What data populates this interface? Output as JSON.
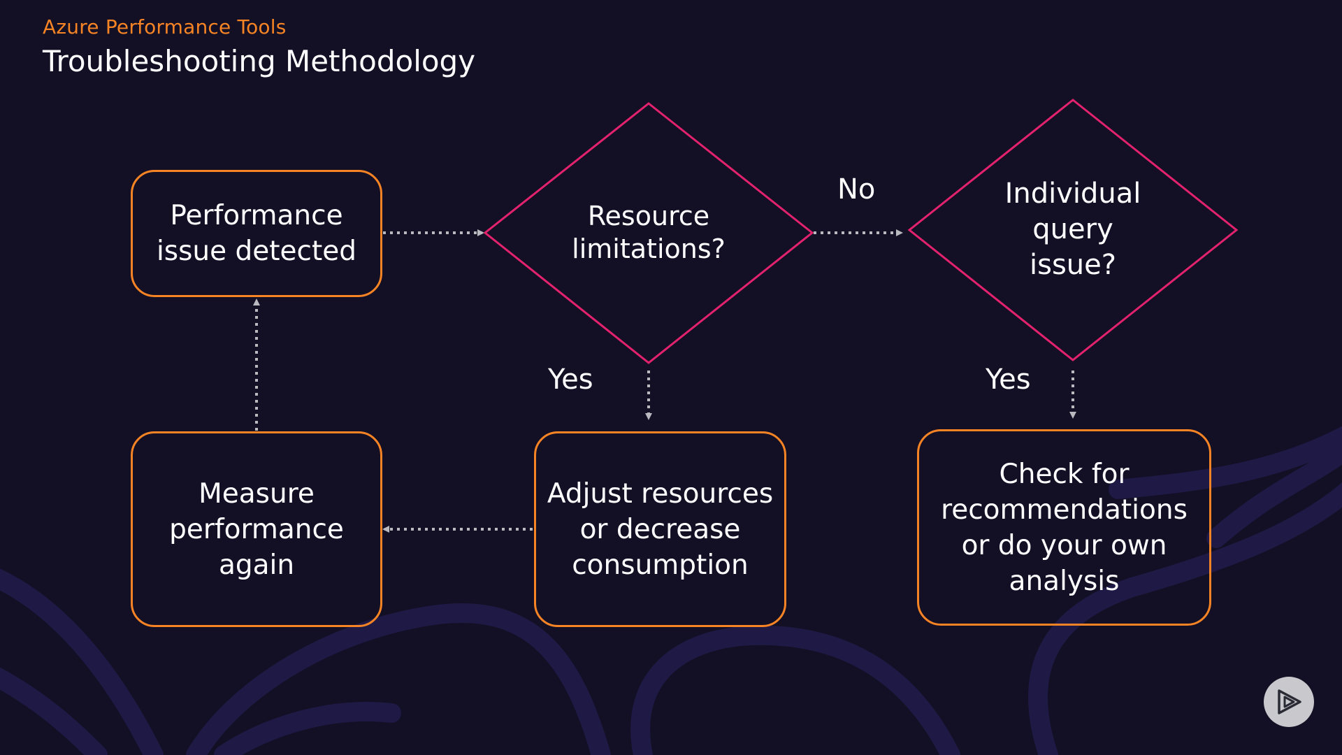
{
  "header": {
    "subtitle": "Azure Performance Tools",
    "title": "Troubleshooting Methodology"
  },
  "nodes": {
    "performance_issue": "Performance issue detected",
    "resource_limitations": "Resource limitations?",
    "individual_query": "Individual query issue?",
    "adjust_resources": "Adjust resources or decrease consumption",
    "check_recommendations": "Check for recommendations or do your own analysis",
    "measure_again": "Measure performance again"
  },
  "edge_labels": {
    "no": "No",
    "yes_resource": "Yes",
    "yes_query": "Yes"
  },
  "colors": {
    "background": "#130f25",
    "box_border": "#f68425",
    "decision_border": "#e3226e",
    "arrow": "#b9b9c0",
    "accent_subtitle": "#f68425"
  },
  "icons": {
    "logo": "play-logo-icon"
  }
}
